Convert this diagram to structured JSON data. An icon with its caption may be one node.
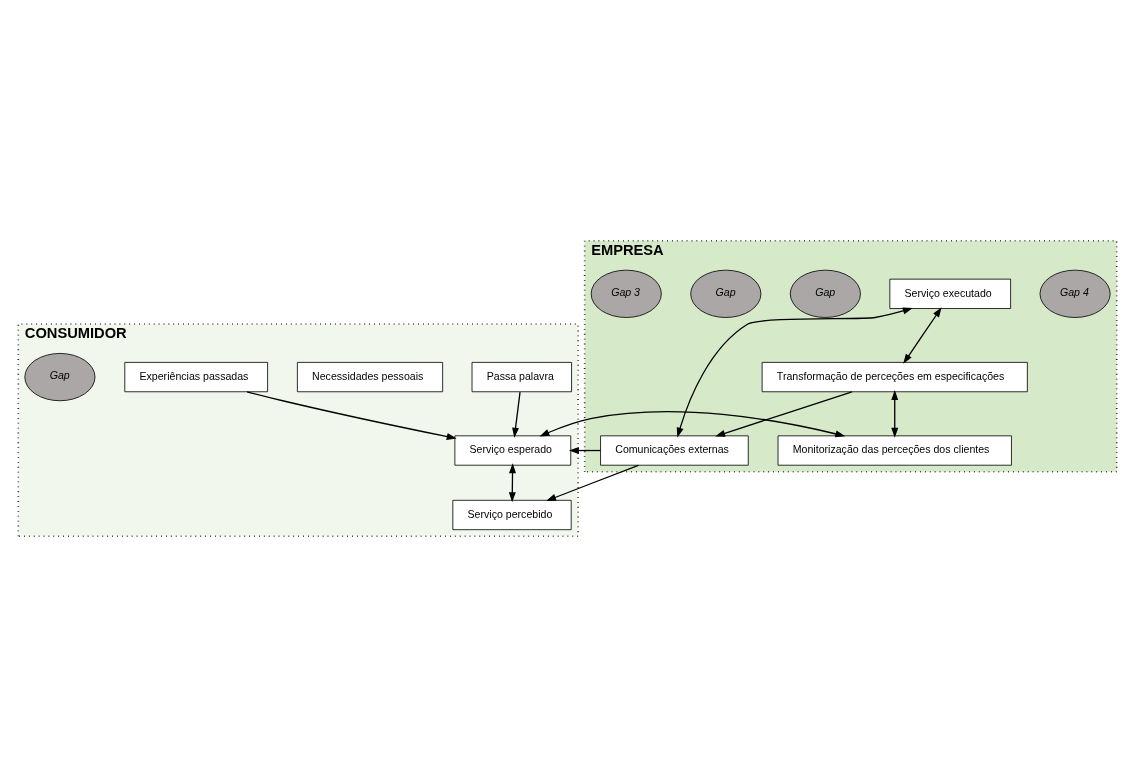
{
  "diagram": {
    "nodes": [
      {
        "text": [
          "CONSUMIDOR"
        ]
      },
      {
        "text": [
          "Passa palavra"
        ],
        "in": 0
      },
      {
        "text": [
          "Necessidades pessoais"
        ],
        "in": 0
      },
      {
        "text": [
          "Experiências passadas"
        ],
        "in": 0
      },
      {
        "text": [
          "Serviço esperado"
        ],
        "in": 0
      },
      {
        "text": [
          "Gap"
        ],
        "in": 0
      },
      {
        "text": [
          "Serviço percebido"
        ],
        "in": 0
      },
      {
        "text": [
          "EMPRESA"
        ]
      },
      {
        "text": [
          "Gap 4"
        ],
        "in": 7
      },
      {
        "text": [
          "Serviço executado"
        ],
        "in": 7
      },
      {
        "text": [
          "Comunicações externas"
        ],
        "in": 7
      },
      {
        "text": [
          "Gap"
        ],
        "in": 7
      },
      {
        "text": [
          "Transformação de perceções em especificações"
        ],
        "in": 7
      },
      {
        "text": [
          "Gap"
        ],
        "in": 7
      },
      {
        "text": [
          "Gap 3"
        ],
        "in": 7
      },
      {
        "text": [
          "Monitorização das perceções dos clientes"
        ],
        "in": 7
      }
    ],
    "edges": [
      {
        "from": 1,
        "to": 4,
        "arrow": "to"
      },
      {
        "from": 3,
        "to": 4,
        "arrow": "to"
      },
      {
        "from": 10,
        "to": 4,
        "arrow": "to"
      },
      {
        "from": 10,
        "to": 6,
        "arrow": "to"
      },
      {
        "from": 4,
        "to": 6,
        "arrow": "both"
      },
      {
        "from": 4,
        "to": 15,
        "arrow": "both"
      },
      {
        "from": 9,
        "to": 10,
        "arrow": "both"
      },
      {
        "from": 9,
        "to": 12,
        "arrow": "both"
      },
      {
        "from": 12,
        "to": 10,
        "arrow": "to"
      },
      {
        "from": 12,
        "to": 15,
        "arrow": "both"
      }
    ]
  }
}
